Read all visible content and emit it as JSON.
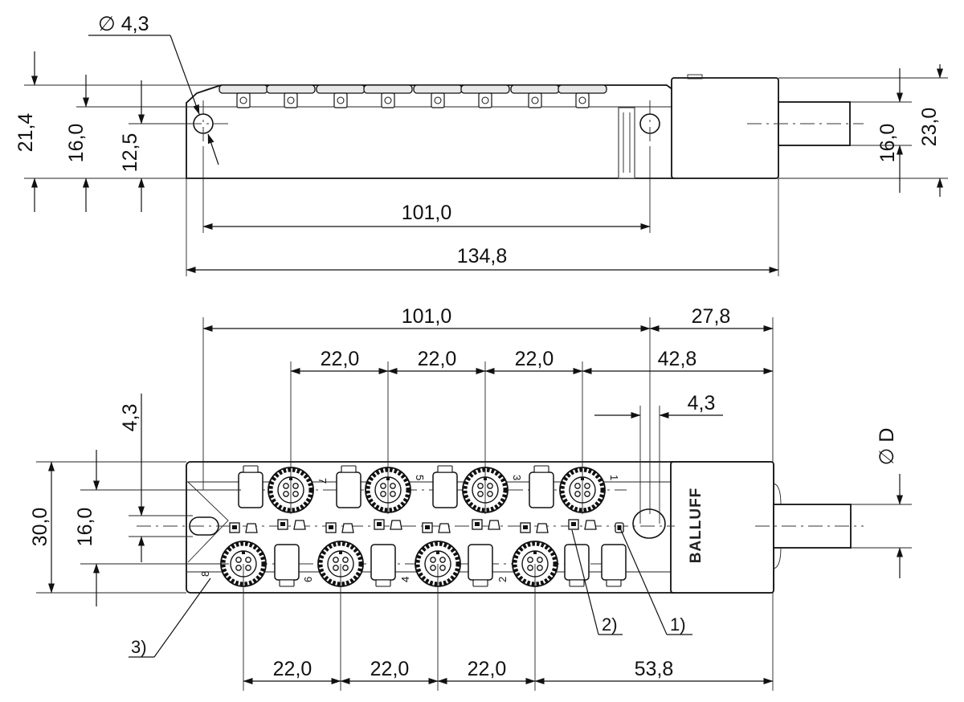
{
  "side_view": {
    "dim_hole_dia": "∅ 4,3",
    "dim_total_height": "21,4",
    "dim_height_16": "16,0",
    "dim_height_12_5": "12,5",
    "dim_mount_spacing": "101,0",
    "dim_total_length": "134,8",
    "dim_cable_height": "16,0",
    "dim_head_height": "23,0"
  },
  "top_view": {
    "dim_mount_spacing": "101,0",
    "dim_right_offset": "27,8",
    "dim_pitch_top": [
      "22,0",
      "22,0",
      "22,0"
    ],
    "dim_right_offset_top_port": "42,8",
    "dim_hole_dia": "4,3",
    "dim_cable_dia": "∅ D",
    "dim_offset_4_3": "4,3",
    "dim_width": "30,0",
    "dim_row_spacing": "16,0",
    "dim_pitch_bottom": [
      "22,0",
      "22,0",
      "22,0"
    ],
    "dim_right_offset_bottom_port": "53,8",
    "port_numbers_top": [
      "7",
      "5",
      "3",
      "1"
    ],
    "port_numbers_bottom": [
      "8",
      "6",
      "4",
      "2"
    ],
    "brand_label": "BALLUFF",
    "notes": [
      "1)",
      "2)",
      "3)"
    ]
  }
}
